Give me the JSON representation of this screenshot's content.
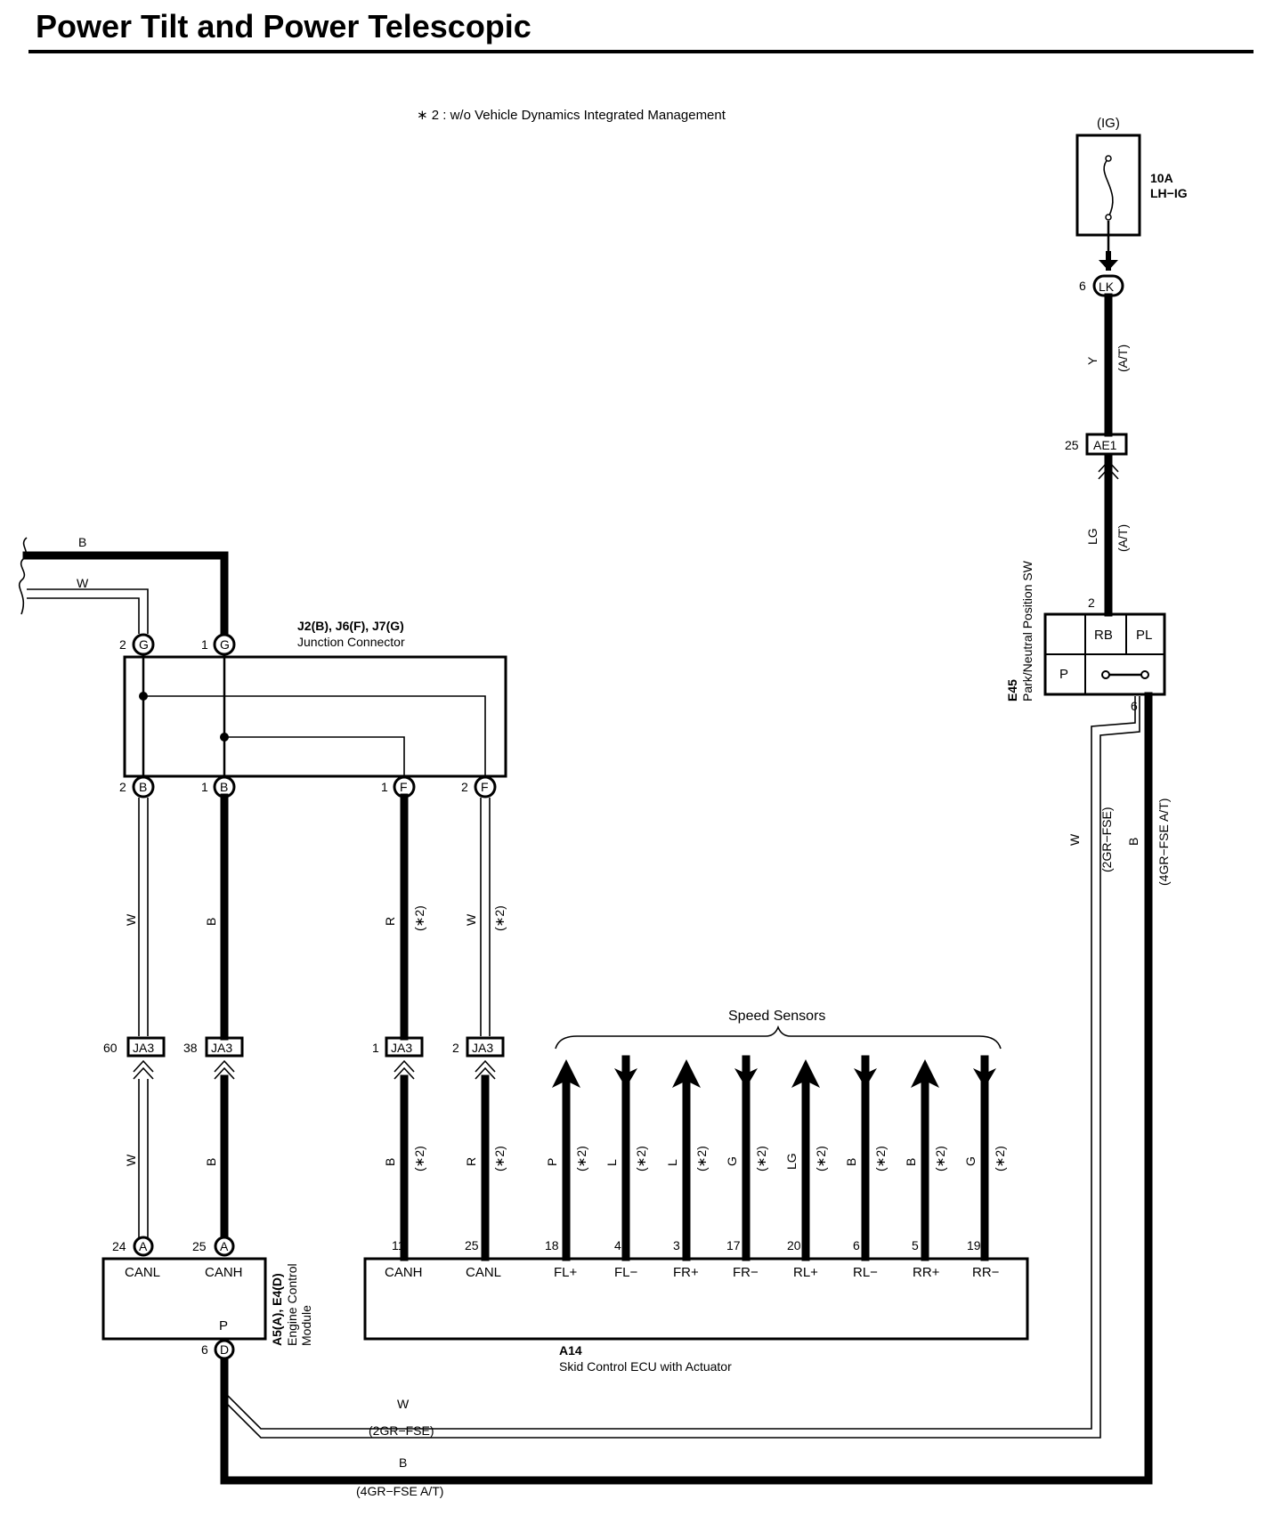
{
  "title": "Power Tilt and Power Telescopic",
  "note": "∗ 2 : w/o Vehicle Dynamics Integrated Management",
  "fuse": {
    "source": "(IG)",
    "rating": "10A",
    "name": "LH−IG",
    "connector": "LK",
    "pin": "6"
  },
  "ae1": {
    "label": "AE1",
    "pin": "25"
  },
  "wires": {
    "y": "Y",
    "at": "(A/T)",
    "lg": "LG",
    "b": "B",
    "w": "W",
    "r": "R",
    "l": "L",
    "g": "G",
    "p": "P",
    "star2": "(∗2)",
    "gr2": "(2GR−FSE)",
    "gr4": "(4GR−FSE A/T)"
  },
  "pnp": {
    "code": "E45",
    "name": "Park/Neutral Position SW",
    "rb": "RB",
    "pl": "PL",
    "p": "P",
    "pin_top": "2",
    "pin_bottom": "6"
  },
  "junction": {
    "code": "J2(B), J6(F), J7(G)",
    "name": "Junction Connector",
    "g": "G",
    "b": "B",
    "f": "F",
    "pin1": "1",
    "pin2": "2"
  },
  "ja3": {
    "label": "JA3",
    "pins": [
      "60",
      "38",
      "1",
      "2"
    ]
  },
  "ecm": {
    "code": "A5(A), E4(D)",
    "line1": "Engine Control",
    "line2": "Module",
    "canl": "CANL",
    "canh": "CANH",
    "p": "P",
    "a": "A",
    "d": "D",
    "pins": [
      "24",
      "25",
      "6"
    ]
  },
  "skid": {
    "code": "A14",
    "name": "Skid Control ECU with Actuator",
    "terminals": [
      "CANH",
      "CANL",
      "FL+",
      "FL−",
      "FR+",
      "FR−",
      "RL+",
      "RL−",
      "RR+",
      "RR−"
    ],
    "pins": [
      "11",
      "25",
      "18",
      "4",
      "3",
      "17",
      "20",
      "6",
      "5",
      "19"
    ]
  },
  "speed_sensors": "Speed Sensors"
}
